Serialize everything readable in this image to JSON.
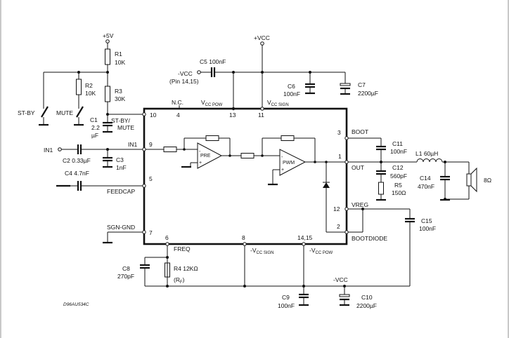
{
  "supply": {
    "plus5v": "+5V",
    "plus_vcc_top": "+VCC",
    "neg_vcc_c5": "-VCC",
    "pin_note": "(Pin 14,15)",
    "neg_vcc_bottom": "-VCC"
  },
  "resistors": {
    "r1": {
      "name": "R1",
      "value": "10K"
    },
    "r2": {
      "name": "R2",
      "value": "10K"
    },
    "r3": {
      "name": "R3",
      "value": "30K"
    },
    "r4": {
      "name": "R4 12KΩ",
      "value": "(R",
      "sub": "F",
      "close": ")"
    },
    "r5": {
      "name": "R5",
      "value": "150Ω"
    }
  },
  "capacitors": {
    "c1": {
      "name": "C1",
      "value1": "2.2",
      "value2": "µF"
    },
    "c2": {
      "label": "C2 0.33µF"
    },
    "c3": {
      "name": "C3",
      "value": "1nF"
    },
    "c4": {
      "label": "C4 4.7nF"
    },
    "c5": {
      "label": "C5 100nF"
    },
    "c6": {
      "name": "C6",
      "value": "100nF"
    },
    "c7": {
      "name": "C7",
      "value": "2200µF"
    },
    "c8": {
      "name": "C8",
      "value": "270pF"
    },
    "c9": {
      "name": "C9",
      "value": "100nF"
    },
    "c10": {
      "name": "C10",
      "value": "2200µF"
    },
    "c11": {
      "name": "C11",
      "value": "100nF"
    },
    "c12": {
      "name": "C12",
      "value": "560pF"
    },
    "c14": {
      "name": "C14",
      "value": "470nF"
    },
    "c15": {
      "name": "C15",
      "value": "100nF"
    }
  },
  "inductor": {
    "label": "L1 60µH"
  },
  "speaker": {
    "value": "8Ω"
  },
  "switches": {
    "stby": "ST-BY",
    "mute": "MUTE"
  },
  "ic": {
    "pins": {
      "p10": "10",
      "p4": "4",
      "p13": "13",
      "p11": "11",
      "p9": "9",
      "p5": "5",
      "p7": "7",
      "p6": "6",
      "p8": "8",
      "p1415": "14,15",
      "p3": "3",
      "p1": "1",
      "p12": "12",
      "p2": "2"
    },
    "labels": {
      "nc": "N.C.",
      "vcc_pow": {
        "main": "V",
        "sub": "CC POW"
      },
      "vcc_sign": {
        "main": "V",
        "sub": "CC SIGN"
      },
      "stby_mute_1": "ST-BY/",
      "stby_mute_2": "MUTE",
      "in1": "IN1",
      "feedcap": "FEEDCAP",
      "sgn_gnd": "SGN-GND",
      "freq": "FREQ",
      "neg_vcc_sign": {
        "main": "-V",
        "sub": "CC SIGN"
      },
      "neg_vcc_pow": {
        "main": "-V",
        "sub": "CC POW"
      },
      "boot": "BOOT",
      "out": "OUT",
      "vreg": "VREG",
      "bootdiode": "BOOTDIODE"
    },
    "blocks": {
      "pre": "PRE",
      "pwm": "PWM"
    }
  },
  "input": {
    "label": "IN1"
  },
  "drawing_code": "D96AU534C"
}
